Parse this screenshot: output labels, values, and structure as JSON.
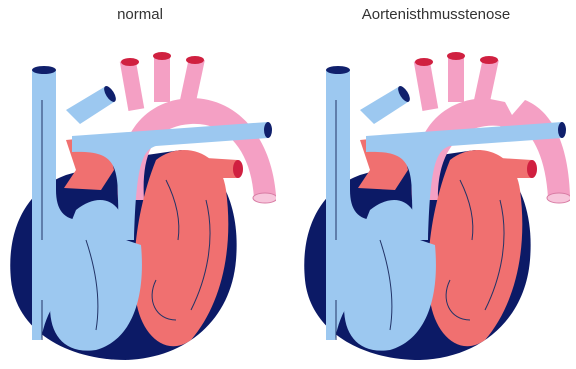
{
  "panels": [
    {
      "title": "normal",
      "variant": "normal"
    },
    {
      "title": "Aortenisthmusstenose",
      "variant": "stenosis"
    }
  ],
  "colors": {
    "deoxygenated_blue": "#9cc8f0",
    "oxygenated_red": "#f07070",
    "aorta_pink": "#f4a0c4",
    "myocardium_navy": "#0c1a66",
    "vessel_cap_red": "#d02040",
    "vessel_cap_navy": "#10206c",
    "flow_arrow": "#223366"
  }
}
